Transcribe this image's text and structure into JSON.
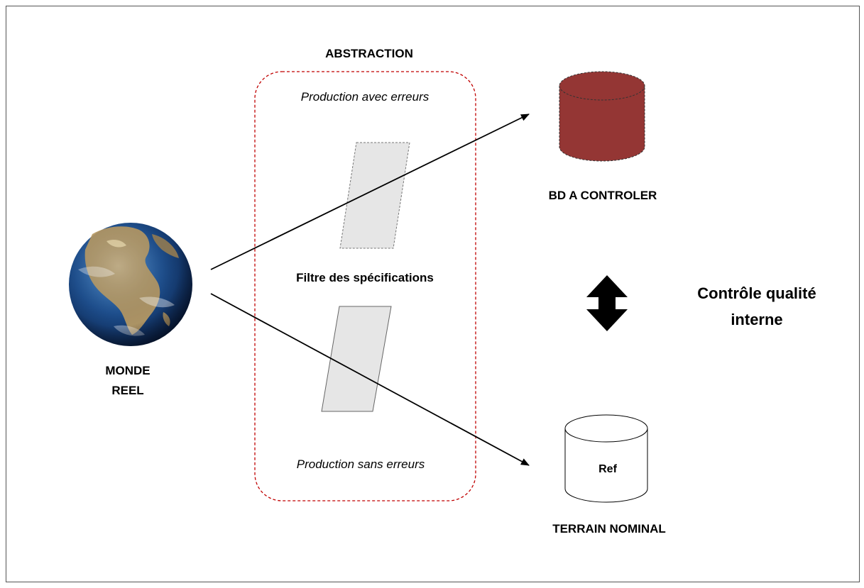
{
  "abstraction": {
    "title": "ABSTRACTION",
    "production_with_errors": "Production avec erreurs",
    "specification_filter": "Filtre des spécifications",
    "production_without_errors": "Production sans erreurs"
  },
  "world": {
    "label_line1": "MONDE",
    "label_line2": "REEL"
  },
  "database_to_check": {
    "label": "BD A CONTROLER"
  },
  "reference": {
    "cylinder_label": "Ref",
    "label": "TERRAIN NOMINAL"
  },
  "quality_control": {
    "line1": "Contrôle qualité",
    "line2": "interne"
  },
  "colors": {
    "abstraction_accent": "#c00000",
    "database_fill": "#943634",
    "filter_fill": "#e6e6e6",
    "ocean": "#1d4f8f",
    "land": "#b89a63"
  }
}
